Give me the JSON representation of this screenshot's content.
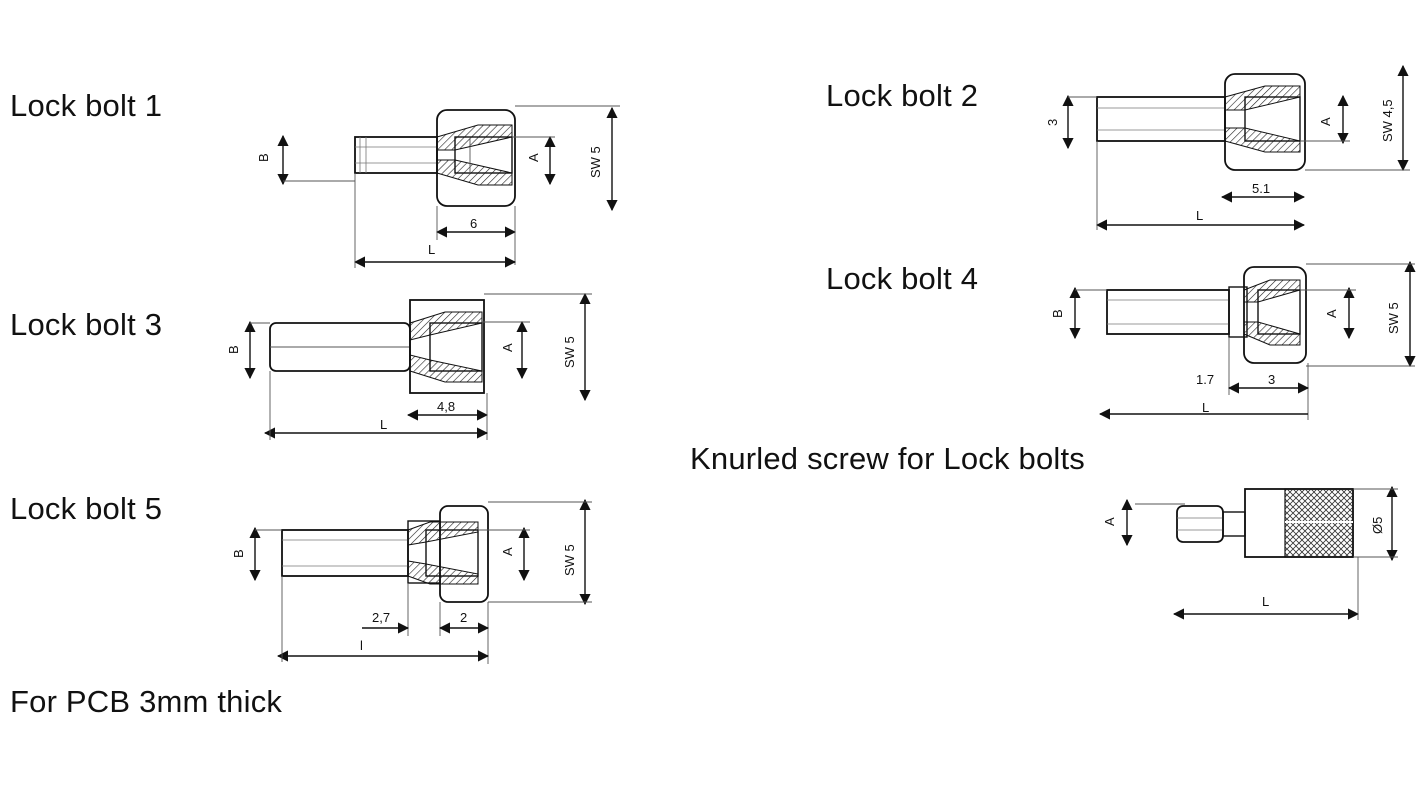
{
  "titles": {
    "lock_bolt_1": "Lock bolt 1",
    "lock_bolt_2": "Lock bolt 2",
    "lock_bolt_3": "Lock bolt 3",
    "lock_bolt_4": "Lock bolt 4",
    "lock_bolt_5": "Lock bolt 5",
    "knurled": "Knurled screw for Lock bolts",
    "pcb_note": "For PCB 3mm thick"
  },
  "bolt1": {
    "b": "B",
    "a": "A",
    "sw": "SW 5",
    "six": "6",
    "l": "L"
  },
  "bolt2": {
    "three": "3",
    "a": "A",
    "sw": "SW 4,5",
    "five": "5.1",
    "l": "L"
  },
  "bolt3": {
    "b": "B",
    "a": "A",
    "sw": "SW 5",
    "four": "4,8",
    "l": "L"
  },
  "bolt4": {
    "b": "B",
    "a": "A",
    "sw": "SW 5",
    "one": "1.7",
    "three": "3",
    "l": "L"
  },
  "bolt5": {
    "b": "B",
    "a": "A",
    "sw": "SW 5",
    "two7": "2,7",
    "two": "2",
    "l": "l"
  },
  "knurled_dims": {
    "a": "A",
    "d": "Ø5",
    "l": "L"
  },
  "colors": {
    "ink": "#111111",
    "background": "#ffffff"
  }
}
